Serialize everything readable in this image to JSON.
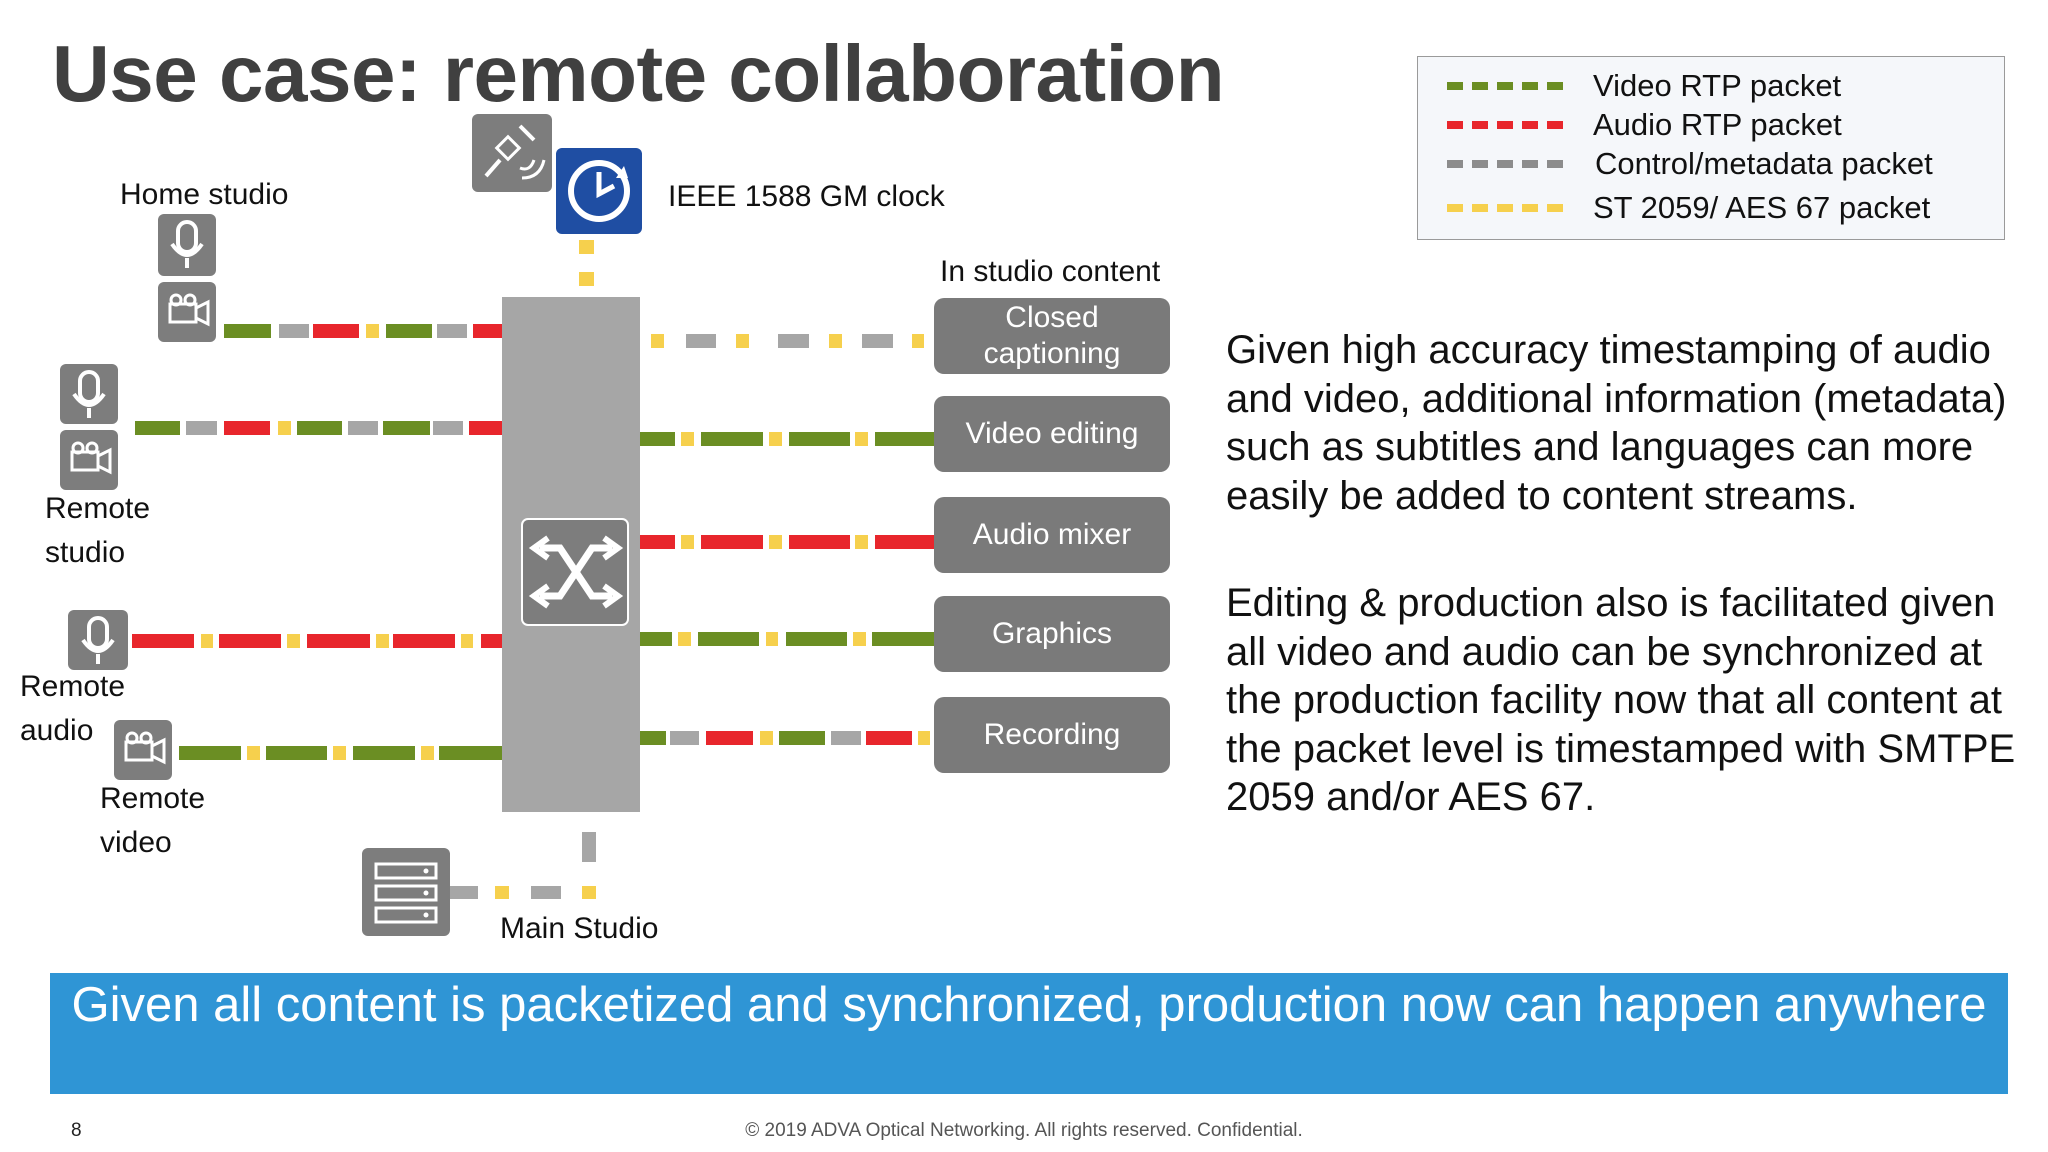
{
  "title": "Use case: remote collaboration",
  "legend": [
    {
      "label": "Video RTP packet",
      "color": "#6b8e23"
    },
    {
      "label": "Audio RTP packet",
      "color": "#e8262c"
    },
    {
      "label": "Control/metadata packet",
      "color": "#8c8c8c"
    },
    {
      "label": "ST 2059/ AES 67 packet",
      "color": "#f6d04d"
    }
  ],
  "labels": {
    "home_studio": "Home studio",
    "clock": "IEEE 1588 GM clock",
    "in_studio": "In studio content",
    "remote_studio_1": "Remote",
    "remote_studio_2": "studio",
    "remote_audio_1": "Remote",
    "remote_audio_2": "audio",
    "remote_video_1": "Remote",
    "remote_video_2": "video",
    "main_studio": "Main Studio"
  },
  "outputs": {
    "closed_captioning_1": "Closed",
    "closed_captioning_2": "captioning",
    "video_editing": "Video editing",
    "audio_mixer": "Audio mixer",
    "graphics": "Graphics",
    "recording": "Recording"
  },
  "text": {
    "para1": "Given high accuracy timestamping of audio and video, additional information (metadata) such as subtitles and languages can more easily be added to content streams.",
    "para2": "Editing & production also is facilitated given all video and audio can be synchronized at the production facility now that all content at the packet level is timestamped with SMTPE 2059 and/or AES 67."
  },
  "banner": "Given all content is packetized and synchronized, production now can happen anywhere",
  "footer": "© 2019 ADVA Optical Networking. All rights reserved. Confidential.",
  "page_number": "8"
}
